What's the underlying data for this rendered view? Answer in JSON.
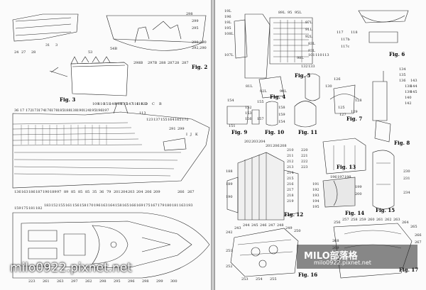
{
  "left_page": {
    "figures": [
      "Fig. 2",
      "Fig. 3"
    ],
    "labels_top": [
      "24",
      "27",
      "28",
      "31",
      "3",
      "53",
      "54B",
      "298",
      "299",
      "295",
      "290,290",
      "292,290",
      "298B",
      "297B",
      "288",
      "287",
      "28",
      "287"
    ],
    "labels_hull": [
      "36",
      "17",
      "172",
      "173",
      "174",
      "176",
      "178",
      "185",
      "188",
      "138",
      "190",
      "124",
      "195",
      "196",
      "197",
      "109",
      "110",
      "151",
      "149",
      "148",
      "135",
      "147",
      "116",
      "119",
      "122",
      "D",
      "C",
      "B",
      "113",
      "123",
      "137",
      "155",
      "164",
      "165",
      "172",
      "291",
      "299",
      "I",
      "J",
      "K"
    ],
    "labels_lower": [
      "136",
      "163",
      "186",
      "187",
      "190",
      "189",
      "97",
      "89",
      "85",
      "85",
      "85",
      "35",
      "36",
      "79",
      "201",
      "204",
      "203",
      "204",
      "206",
      "209",
      "266",
      "267"
    ],
    "labels_deck": [
      "159",
      "175",
      "181",
      "182",
      "183",
      "152",
      "155",
      "161",
      "156",
      "158",
      "170",
      "196",
      "163",
      "164",
      "158",
      "165",
      "166",
      "169",
      "175",
      "167",
      "179",
      "180",
      "181",
      "163",
      "193",
      "223",
      "261",
      "263",
      "297",
      "262",
      "298",
      "295",
      "296",
      "298",
      "299",
      "300"
    ]
  },
  "right_page": {
    "figures": [
      "Fig. 4",
      "Fig. 5",
      "Fig. 6",
      "Fig. 7",
      "Fig. 8",
      "Fig. 9",
      "Fig. 10",
      "Fig. 11",
      "Fig. 12",
      "Fig. 13",
      "Fig. 14",
      "Fig. 15",
      "Fig. 16",
      "Fig. 17"
    ],
    "labels_top": [
      "89L",
      "95",
      "95L",
      "19L",
      "196",
      "19L",
      "195",
      "108L",
      "107L",
      "81L",
      "82L",
      "83L",
      "90L",
      "97L",
      "91L",
      "92L",
      "93L",
      "98L",
      "101",
      "110",
      "113",
      "117",
      "117b",
      "118",
      "117c"
    ],
    "labels_mid": [
      "132",
      "133",
      "126",
      "130",
      "154",
      "152",
      "153",
      "156",
      "155",
      "157",
      "151",
      "158",
      "159",
      "154",
      "129",
      "127",
      "128",
      "125",
      "134",
      "135",
      "136",
      "138",
      "139",
      "140",
      "142",
      "143",
      "144",
      "145"
    ],
    "labels_lower": [
      "202",
      "203",
      "204",
      "201",
      "206",
      "208",
      "210",
      "211",
      "212",
      "213",
      "214",
      "215",
      "216",
      "217",
      "218",
      "219",
      "220",
      "221",
      "222",
      "223",
      "188",
      "189",
      "190",
      "191",
      "192",
      "193",
      "194",
      "195",
      "196",
      "197",
      "198",
      "199",
      "200",
      "230",
      "231",
      "234",
      "242",
      "243",
      "244",
      "245",
      "246",
      "247",
      "248",
      "249",
      "250",
      "251",
      "252",
      "253",
      "254",
      "255",
      "256",
      "257",
      "258",
      "259",
      "260",
      "261",
      "262",
      "263",
      "264",
      "265",
      "266",
      "267",
      "268",
      "269",
      "270"
    ]
  },
  "watermarks": {
    "left": "milo0922.pixnet.net",
    "right_title": "MILO部落格",
    "right_sub": "milo0922.pixnet.net"
  }
}
